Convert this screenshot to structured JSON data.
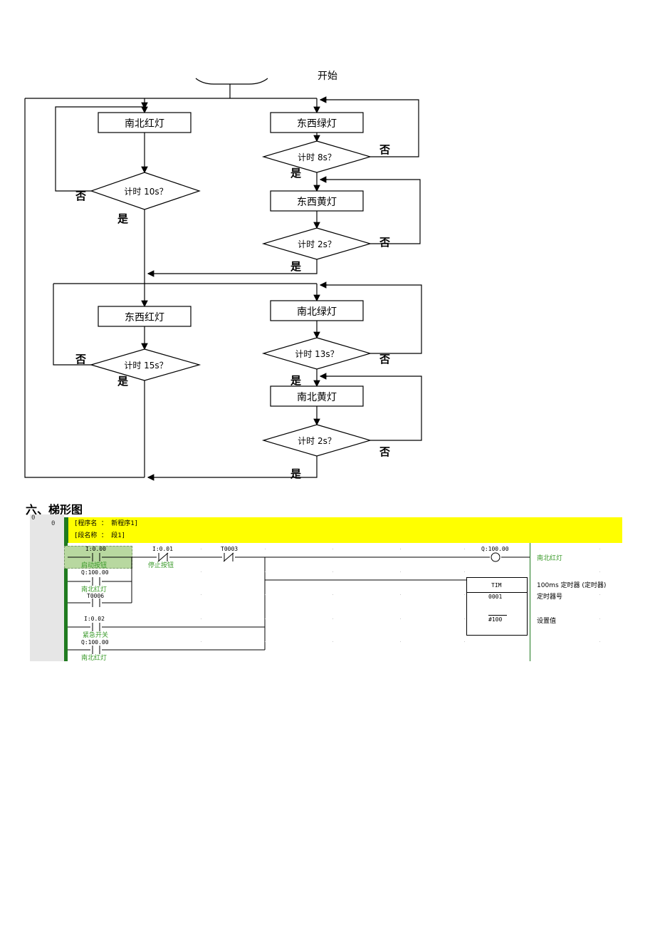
{
  "flowchart": {
    "start": "开始",
    "boxes": {
      "ns_red": "南北红灯",
      "ew_green": "东西绿灯",
      "ew_yellow": "东西黄灯",
      "ew_red": "东西红灯",
      "ns_green": "南北绿灯",
      "ns_yellow": "南北黄灯"
    },
    "decisions": {
      "t10": "计时 10s？",
      "t8": "计时 8s？",
      "t2a": "计时 2s？",
      "t15": "计时 15s？",
      "t13": "计时 13s？",
      "t2b": "计时 2s？"
    },
    "yes": "是",
    "no": "否"
  },
  "section_title": "六、梯形图",
  "ladder": {
    "gutter_top": "0",
    "rung_number": "0",
    "program_name": "[程序名 ： 新程序1]",
    "segment_name": "[段名称 ： 段1]",
    "contacts": {
      "start_addr": "I:0.00",
      "start_comment": "启动按钮",
      "stop_addr": "I:0.01",
      "stop_comment": "停止按钮",
      "t3_addr": "T0003",
      "hold_addr": "Q:100.00",
      "hold_comment": "南北红灯",
      "t6_addr": "T0006",
      "emerg_addr": "I:0.02",
      "emerg_comment": "紧急开关",
      "q2_addr": "Q:100.00",
      "q2_comment": "南北红灯"
    },
    "coil": {
      "addr": "Q:100.00",
      "comment": "南北红灯"
    },
    "timer": {
      "op": "TIM",
      "num": "0001",
      "preset": "#100",
      "desc1": "100ms 定时器 (定时器)",
      "desc2": "定时器号",
      "desc3": "设置值"
    }
  }
}
